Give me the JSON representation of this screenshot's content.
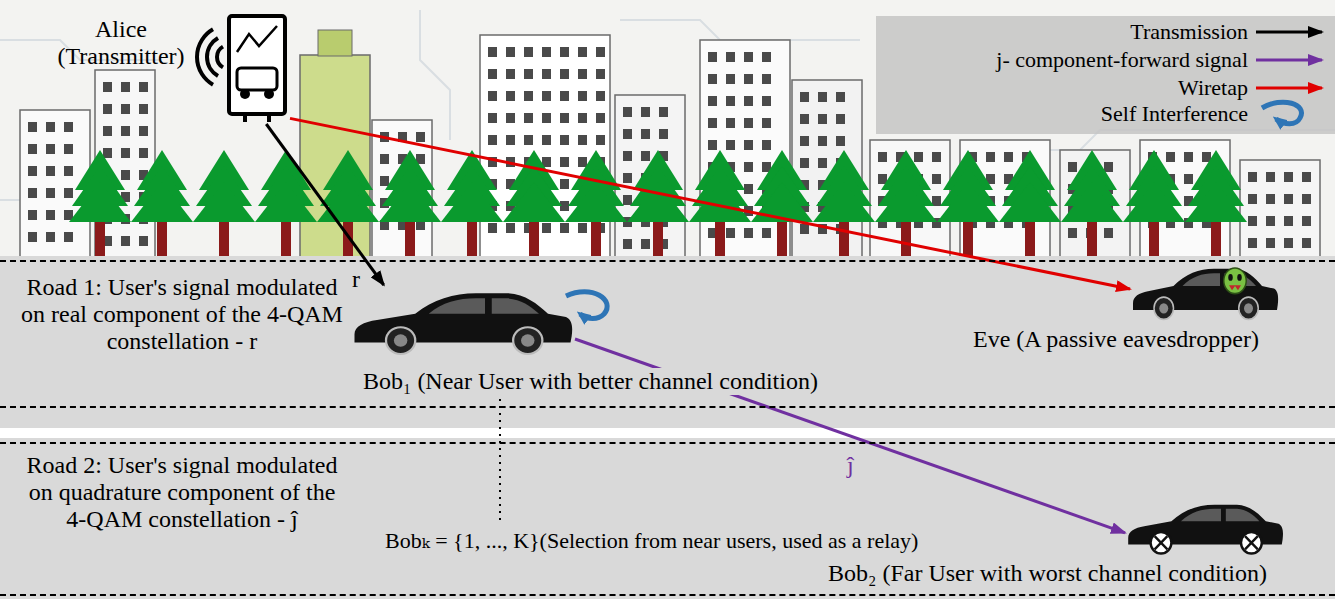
{
  "diagram": {
    "nodes": [
      {
        "text": [
          "Alice (Transmitter)"
        ]
      },
      {
        "text": [
          "Road 1: User's signal modulated on real component of the 4-QAM constellation - r"
        ]
      },
      {
        "text": [
          "Bob₁ (Near User with better channel condition)"
        ],
        "in": 1
      },
      {
        "text": [
          "Eve (A passive eavesdropper)"
        ],
        "in": 1
      },
      {
        "text": [
          "Road 2: User's signal modulated on quadrature component of the 4-QAM constellation - ĵ"
        ]
      },
      {
        "text": [
          "Bob₂ (Far User with worst channel condition)"
        ],
        "in": 4
      }
    ],
    "edges": [
      {
        "from": 0,
        "to": 2,
        "arrow": "to",
        "label": "r"
      },
      {
        "from": 0,
        "to": 3,
        "arrow": "to"
      },
      {
        "from": 2,
        "to": 5,
        "arrow": "to",
        "label": "ĵ"
      }
    ],
    "labels": [
      "Bobₖ = {1, ..., K}(Selection from near users, used as a relay)"
    ],
    "legend": [
      {
        "text": "Transmission"
      },
      {
        "text": "j- component-forward signal"
      },
      {
        "text": "Wiretap"
      },
      {
        "text": "Self Interference"
      }
    ]
  }
}
